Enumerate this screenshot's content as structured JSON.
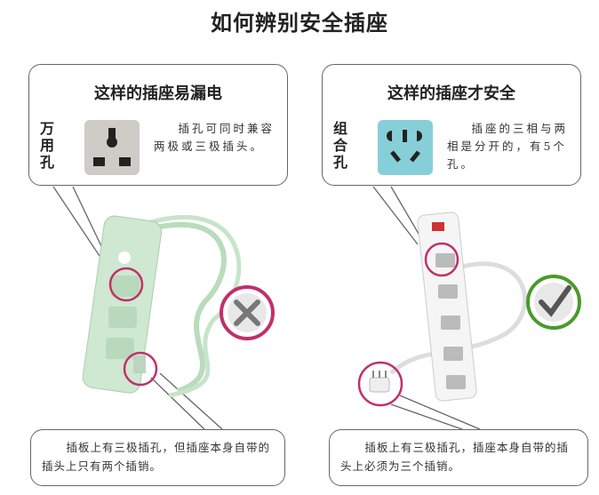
{
  "title": "如何辨别安全插座",
  "left": {
    "heading": "这样的插座易漏电",
    "label": "万用孔",
    "desc": "插孔可同时兼容两极或三极插头。",
    "note": "插板上有三极插孔，但插座本身自带的插头上只有两个插销。",
    "mark": "cross-icon",
    "socket_color": "#cfcbc6"
  },
  "right": {
    "heading": "这样的插座才安全",
    "label": "组合孔",
    "desc": "插座的三相与两相是分开的，有5个孔。",
    "note": "插板上有三极插孔，插座本身自带的插头上必须为三个插销。",
    "mark": "check-icon",
    "socket_color": "#86cfd8"
  },
  "colors": {
    "highlight": "#c0306a",
    "green_strip": "#cfe8d2",
    "check": "#4a9a2a",
    "cross": "#888888"
  }
}
